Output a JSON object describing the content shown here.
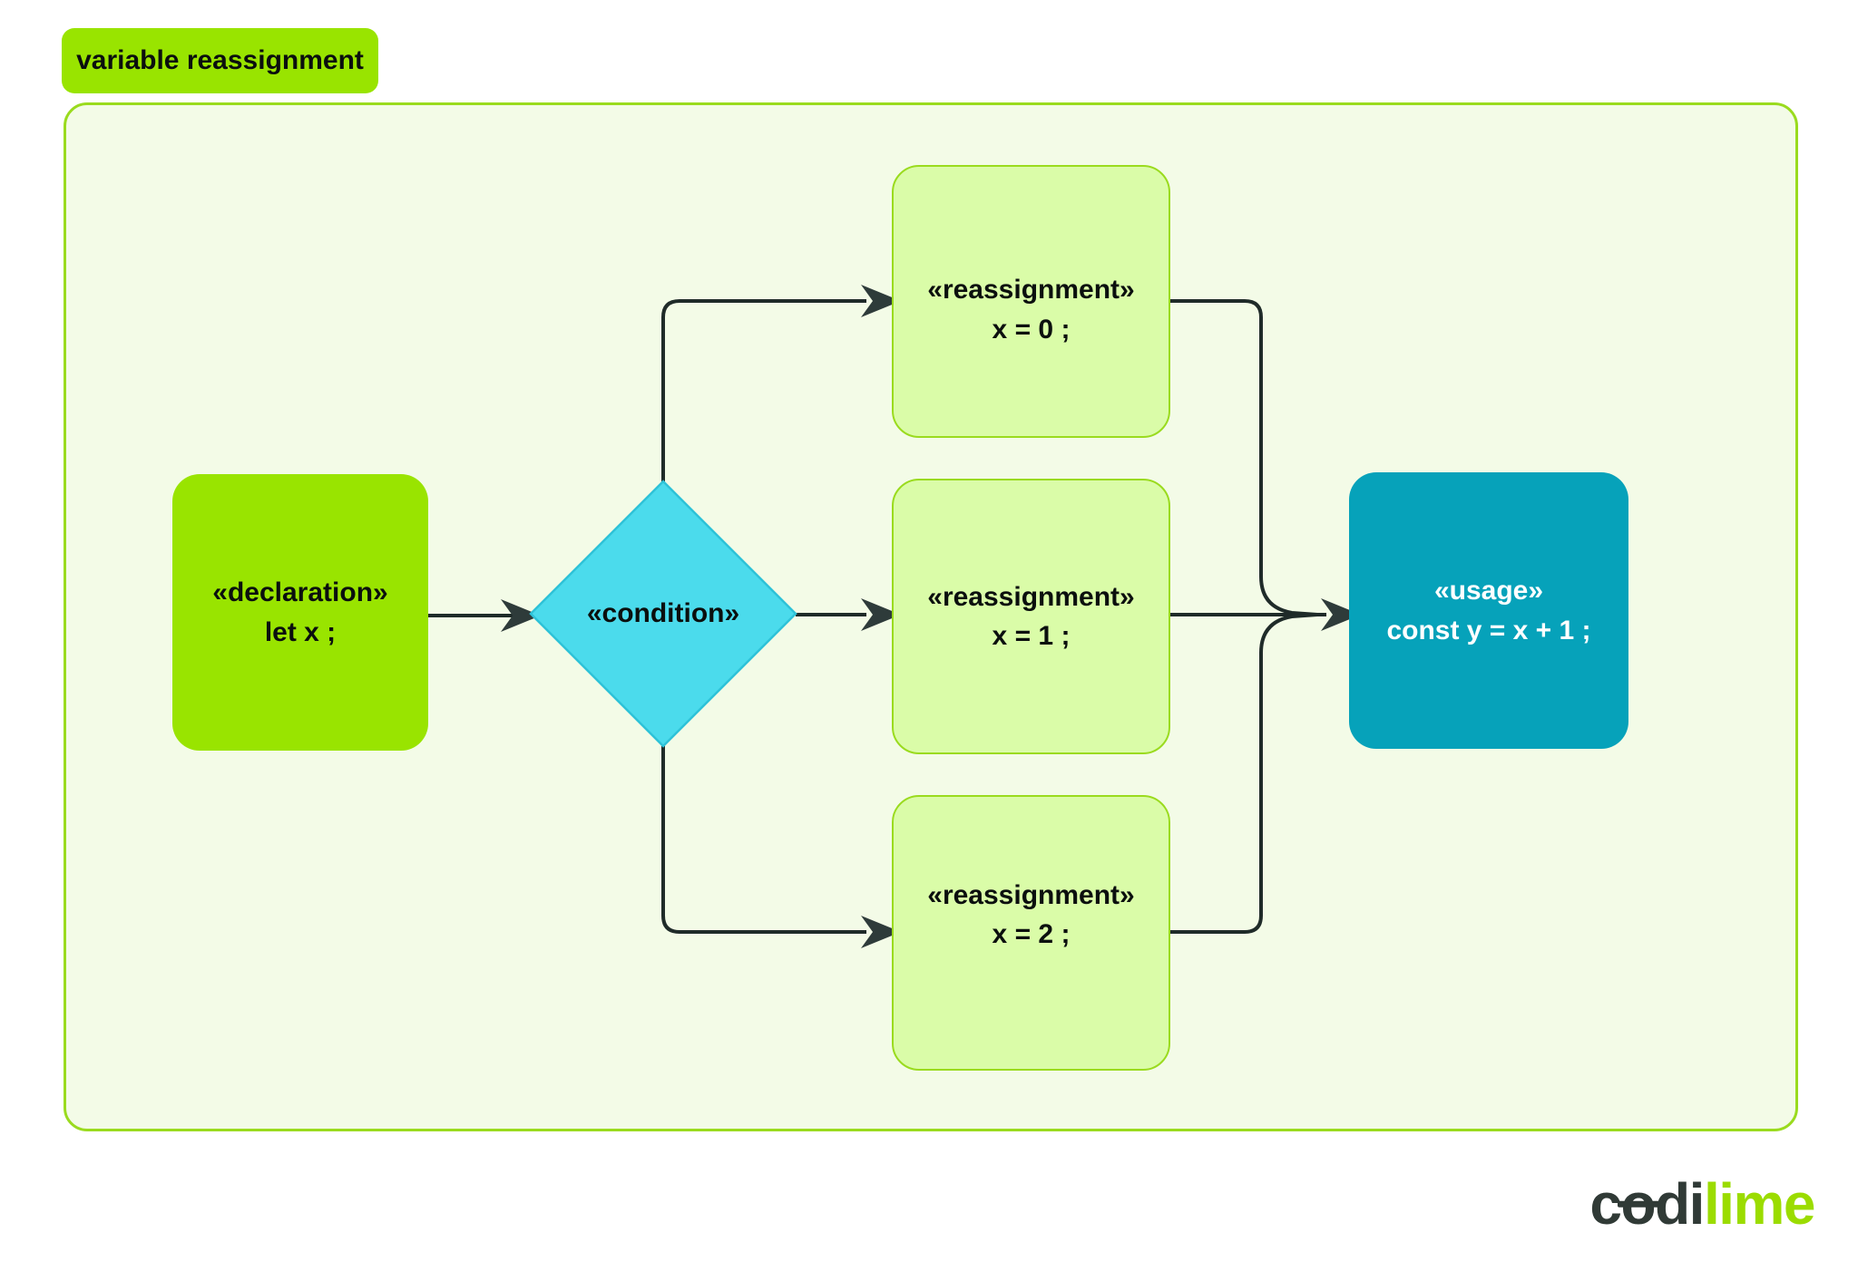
{
  "title_badge": {
    "label": "variable reassignment"
  },
  "diagram": {
    "nodes": {
      "declaration": {
        "stereotype": "«declaration»",
        "code": "let x ;"
      },
      "condition": {
        "label": "«condition»"
      },
      "reassignment_0": {
        "stereotype": "«reassignment»",
        "code": "x = 0 ;"
      },
      "reassignment_1": {
        "stereotype": "«reassignment»",
        "code": "x = 1 ;"
      },
      "reassignment_2": {
        "stereotype": "«reassignment»",
        "code": "x = 2 ;"
      },
      "usage": {
        "stereotype": "«usage»",
        "code": "const y = x + 1 ;"
      }
    },
    "edges": [
      {
        "from": "declaration",
        "to": "condition"
      },
      {
        "from": "condition",
        "to": "reassignment_0"
      },
      {
        "from": "condition",
        "to": "reassignment_1"
      },
      {
        "from": "condition",
        "to": "reassignment_2"
      },
      {
        "from": "reassignment_0",
        "to": "usage"
      },
      {
        "from": "reassignment_1",
        "to": "usage"
      },
      {
        "from": "reassignment_2",
        "to": "usage"
      }
    ]
  },
  "logo": {
    "prefix": "c",
    "slashed_o": "o",
    "middle": "di",
    "suffix": "lime"
  },
  "colors": {
    "accent-green": "#99E400",
    "light-green-fill": "#DAFCA8",
    "light-green-border": "#9ADB1E",
    "canvas-bg": "#F3FBE7",
    "canvas-border": "#9ADB1E",
    "cyan-fill": "#4BDBEC",
    "cyan-border": "#2EC2D8",
    "teal-fill": "#06A2BA",
    "line": "#1F2B29",
    "arrowhead": "#2E3B3A",
    "text-dark": "#0B0F0E",
    "text-light": "#FFFFFF",
    "logo-dark": "#303A36",
    "logo-lime": "#9BDC00"
  }
}
